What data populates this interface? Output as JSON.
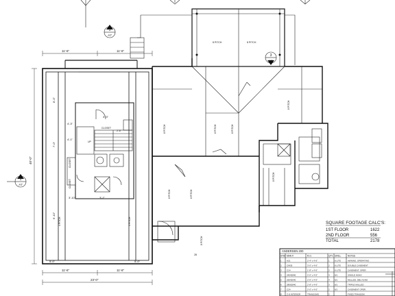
{
  "section_markers": [
    {
      "id": "b",
      "top": "5",
      "bottom": "A7"
    },
    {
      "id": "d",
      "top": "3",
      "bottom": "A6"
    },
    {
      "id": "a",
      "top": "1",
      "bottom": "A7"
    }
  ],
  "room_labels": {
    "deck_pitch_left": "8 PITCH",
    "deck_pitch_right": "8 PITCH",
    "pitch_a": "8 PITCH",
    "pitch_b": "8 PITCH",
    "pitch_c": "8 PITCH",
    "pitch_d": "8 PITCH",
    "pitch_e": "8 PITCH",
    "pitch_f": "8 PITCH",
    "pitch_g": "8 PITCH",
    "pitch_h": "8 PITCH",
    "closet_1": "CLOSET",
    "closet_2": "CLOSET",
    "closet_3": "CLOSET",
    "bath_label": "UP",
    "pitch_low_left": "4 PITCH",
    "pitch_low_right": "4 PITCH"
  },
  "dimensions": {
    "top_left": "11'-6\"",
    "top_right": "11'-6\"",
    "left_overall": "40'-0\"",
    "bottom_left": "11'-6\"",
    "bottom_right": "11'-6\"",
    "bottom_overall": "23'-0\"",
    "inner_a": "4'-3\"",
    "inner_b": "3'-3\"",
    "inner_c": "4'-1\"",
    "inner_d": "3'-10\"",
    "inner_e": "3'-1\"",
    "inner_f": "5'-0\"",
    "inner_g": "5'-0\"",
    "inner_h": "8'-0\"",
    "inner_i": "7'-0\"",
    "inner_j": "6'-10\"",
    "small_1": "2'-6\"",
    "small_2": "28"
  },
  "sqft": {
    "title": "SQUARE FOOTAGE CALC'S:",
    "rows": [
      {
        "label": "1ST FLOOR",
        "value": "1622"
      },
      {
        "label": "2ND FLOOR",
        "value": "556"
      },
      {
        "label": "TOTAL",
        "value": "2178"
      }
    ]
  },
  "schedule": {
    "title": "ANDERSEN 200",
    "headers": [
      "SYM",
      "MAN #",
      "R.O.",
      "QTY.",
      "GRILL",
      "NOTES"
    ],
    "rows": [
      [
        "1",
        "A21",
        "2'-4\" x 4'-6\"",
        "1",
        "6 LITE",
        "AWNING, OPERATING"
      ],
      [
        "2",
        "CW35",
        "3'-0\" x 4'-6\"",
        "2",
        "6 LITE",
        "DOUBLE CASEMENT"
      ],
      [
        "3",
        "C14",
        "1'-8\" x 4'-6\"",
        "2",
        "6 LITE",
        "CASEMENT, OPER."
      ],
      [
        "4",
        "24042840",
        "2'-0\" x 4'-0\"",
        "4",
        "6/1",
        "SINGLE HUNG"
      ],
      [
        "5",
        "26042640",
        "2'-6\" x 4'-0\"",
        "4",
        "6/1",
        "MULLED, DBL HUNG"
      ],
      [
        "6",
        "28062840",
        "2'-8\" x 4'-6\"",
        "3",
        "6/1",
        "TRIPLE MULLED"
      ],
      [
        "7",
        "C24",
        "2'-0\" x 4'-0\"",
        "2",
        "6/1",
        "CASEMENT OPER."
      ],
      [
        "8",
        "2'-8 INTERIOR",
        "TRANSOMS",
        "2",
        "",
        "FIXED TRANSOM"
      ]
    ]
  }
}
